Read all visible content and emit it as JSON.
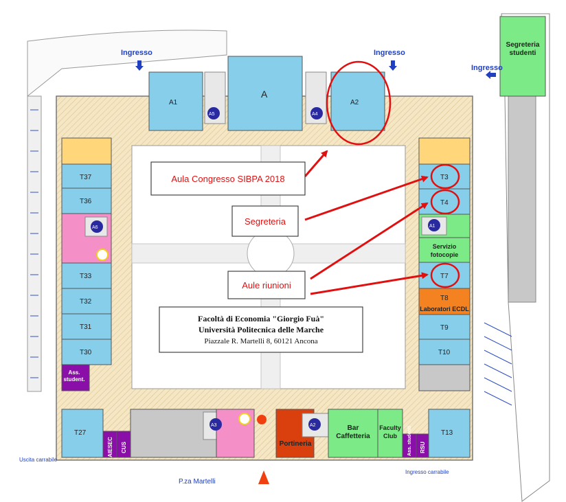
{
  "colors": {
    "blue": "#87CEEB",
    "yellow": "#FFD67A",
    "pink": "#F48FC8",
    "green": "#7CEA86",
    "orange": "#F58220",
    "purple": "#8A0FA8",
    "dark_red": "#D9400E",
    "gray": "#C8C8C8",
    "hatch": "#F2E0B8",
    "red_annotation": "#E01010",
    "label_blue": "#2040C0"
  },
  "entrances": {
    "left": "Ingresso",
    "center": "Ingresso",
    "right": "Ingresso",
    "exit": "Uscita carrabile",
    "car_entry": "Ingresso carrabile"
  },
  "rooms": {
    "A": "A",
    "A1": "A1",
    "A2": "A2",
    "T37": "T37",
    "T36": "T36",
    "T33": "T33",
    "T32": "T32",
    "T31": "T31",
    "T30": "T30",
    "T3": "T3",
    "T4": "T4",
    "T7": "T7",
    "T8": "T8",
    "T9": "T9",
    "T10": "T10",
    "T27": "T27",
    "T13": "T13"
  },
  "circles": {
    "A5": "A5",
    "A4": "A4",
    "A6": "A6",
    "A1": "A1",
    "A3": "A3",
    "A2": "A2"
  },
  "labels": {
    "segreteria_studenti": "Segreteria studenti",
    "servizio_fotocopie": "Servizio fotocopie",
    "laboratori_ecdl": "Laboratori ECDL",
    "ass_student": "Ass. student.",
    "aiesec": "AIESEC",
    "cus": "CUS",
    "portineria": "Portineria",
    "bar": "Bar Caffetteria",
    "faculty": "Faculty Club",
    "ass_studenti": "Ass. studenti",
    "rsu": "RSU",
    "square": "P.za Martelli"
  },
  "annotations": {
    "congress": "Aula Congresso SIBPA 2018",
    "segreteria": "Segreteria",
    "riunioni": "Aule riunioni"
  },
  "faculty_card": {
    "line1": "Facoltà di Economia \"Giorgio Fuà\"",
    "line2": "Università Politecnica delle Marche",
    "line3": "Piazzale R. Martelli 8, 60121 Ancona"
  }
}
